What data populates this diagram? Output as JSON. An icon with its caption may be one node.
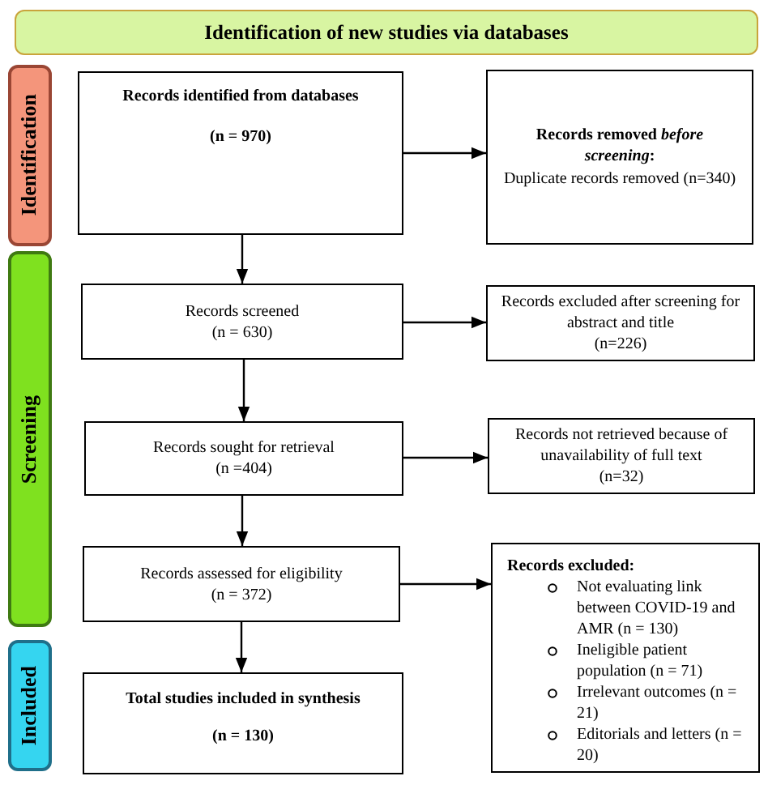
{
  "diagram": {
    "nodes": [
      {
        "text": [
          "Identification of new studies via databases"
        ]
      },
      {
        "text": [
          "Identification"
        ]
      },
      {
        "text": [
          "Records identified from databases",
          "(n = 970)"
        ]
      },
      {
        "text": [
          "Records removed *before screening*:",
          "Duplicate records removed (n=340)"
        ]
      },
      {
        "text": [
          "Screening"
        ]
      },
      {
        "text": [
          "Records screened",
          "(n = 630)"
        ]
      },
      {
        "text": [
          "Records excluded after screening for abstract and title",
          "(n=226)"
        ]
      },
      {
        "text": [
          "Records sought for retrieval",
          "(n =404)"
        ]
      },
      {
        "text": [
          "Records not retrieved because of unavailability of full text",
          "(n=32)"
        ]
      },
      {
        "text": [
          "Records assessed for eligibility",
          "(n = 372)"
        ]
      },
      {
        "text": [
          "Records excluded:",
          "Not evaluating link between COVID-19 and AMR (n = 130)",
          "Ineligible patient population (n = 71)",
          "Irrelevant outcomes (n = 21)",
          "Editorials and letters (n = 20)"
        ]
      },
      {
        "text": [
          "Included"
        ]
      },
      {
        "text": [
          "Total studies included in synthesis",
          "(n = 130)"
        ]
      }
    ],
    "edges": [
      {
        "from": 2,
        "to": 3,
        "arrow": "to"
      },
      {
        "from": 2,
        "to": 5,
        "arrow": "to"
      },
      {
        "from": 5,
        "to": 6,
        "arrow": "to"
      },
      {
        "from": 5,
        "to": 7,
        "arrow": "to"
      },
      {
        "from": 7,
        "to": 8,
        "arrow": "to"
      },
      {
        "from": 7,
        "to": 9,
        "arrow": "to"
      },
      {
        "from": 9,
        "to": 10,
        "arrow": "to"
      },
      {
        "from": 9,
        "to": 12,
        "arrow": "to"
      }
    ]
  }
}
